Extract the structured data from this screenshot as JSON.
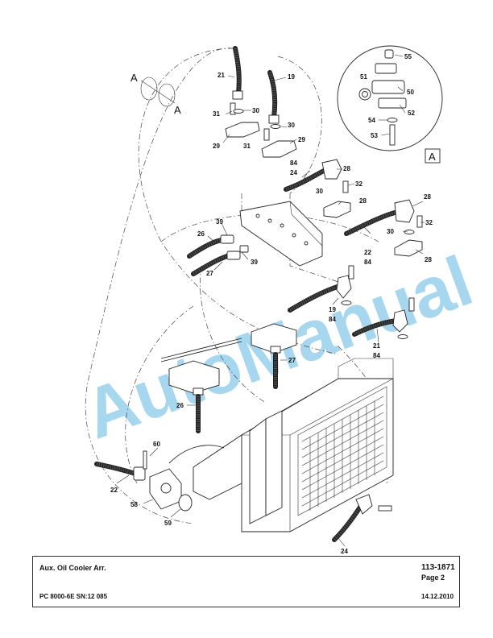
{
  "footer": {
    "title": "Aux. Oil Cooler Arr.",
    "doc_number": "113-1871",
    "page": "Page 2",
    "model": "PC 8000-6E SN:12 085",
    "date": "14.12.2010"
  },
  "watermark": "AutoManual",
  "detail_view": {
    "label": "A"
  },
  "view_markers": [
    "A",
    "A"
  ],
  "callouts": {
    "c21a": "21",
    "c19a": "19",
    "c31a": "31",
    "c30a": "30",
    "c30b": "30",
    "c29a": "29",
    "c31b": "31",
    "c29b": "29",
    "c84a": "84",
    "c24a": "24",
    "c28a": "28",
    "c32a": "32",
    "c30c": "30",
    "c28b": "28",
    "c28c": "28",
    "c32b": "32",
    "c30d": "30",
    "c28d": "28",
    "c39a": "39",
    "c26a": "26",
    "c39b": "39",
    "c27a": "27",
    "c22a": "22",
    "c84b": "84",
    "c19b": "19",
    "c84c": "84",
    "c21b": "21",
    "c84d": "84",
    "c27b": "27",
    "c26b": "26",
    "c60": "60",
    "c22b": "22",
    "c58": "58",
    "c59": "59",
    "c24b": "24",
    "c55": "55",
    "c51": "51",
    "c50": "50",
    "c52": "52",
    "c54": "54",
    "c53": "53"
  }
}
